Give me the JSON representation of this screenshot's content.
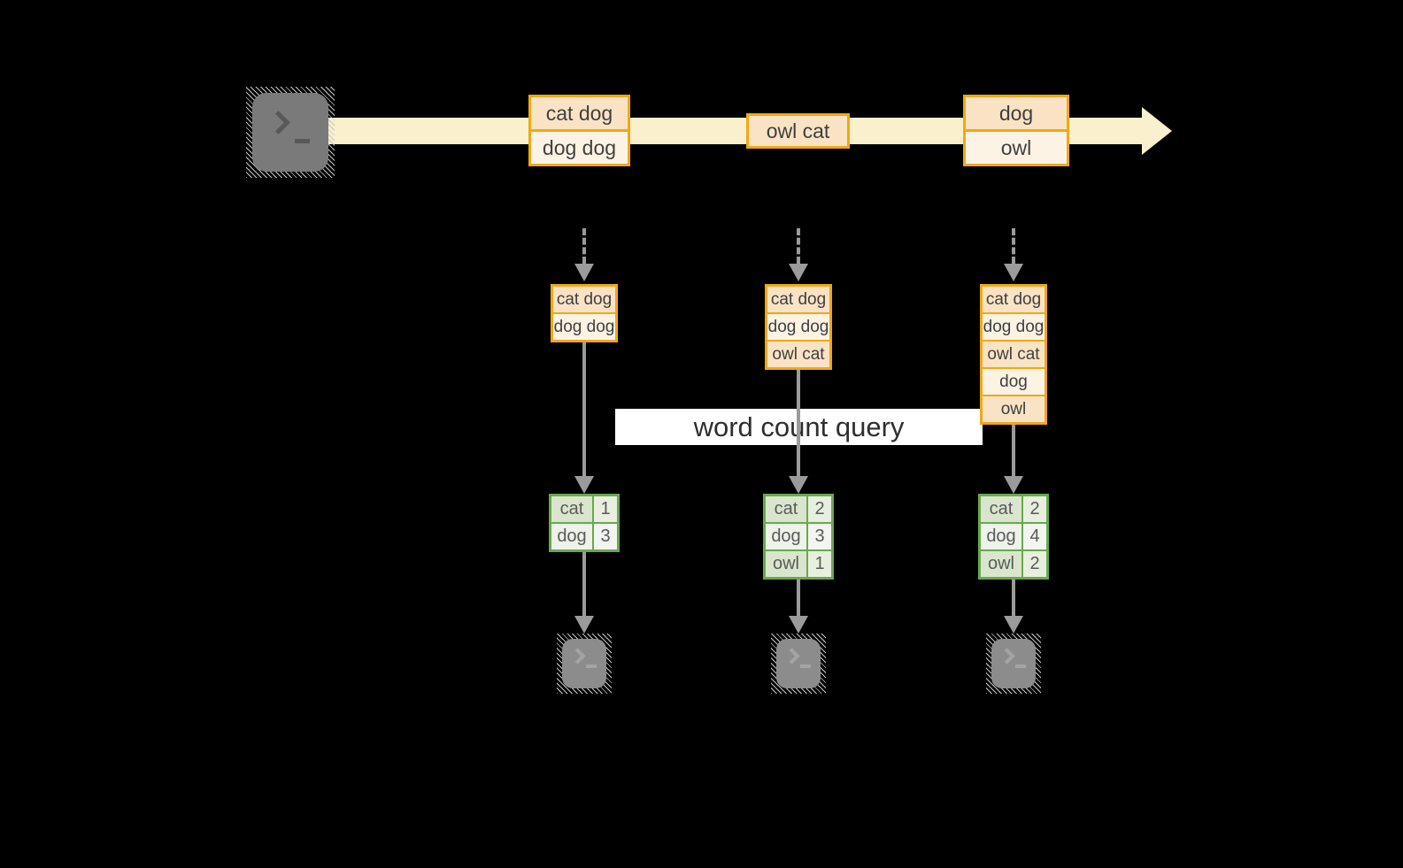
{
  "title": "streaming word count diagram",
  "query_label": {
    "text": "word count query"
  },
  "stream": {
    "events": [
      {
        "rows": [
          "cat dog",
          "dog dog"
        ]
      },
      {
        "rows": [
          "owl cat"
        ]
      },
      {
        "rows": [
          "dog",
          "owl"
        ]
      }
    ]
  },
  "buffers": [
    [
      "cat dog",
      "dog dog"
    ],
    [
      "cat dog",
      "dog dog",
      "owl cat"
    ],
    [
      "cat dog",
      "dog dog",
      "owl cat",
      "dog",
      "owl"
    ]
  ],
  "tables": [
    {
      "rows": [
        [
          "cat",
          "1"
        ],
        [
          "dog",
          "3"
        ]
      ]
    },
    {
      "rows": [
        [
          "cat",
          "2"
        ],
        [
          "dog",
          "3"
        ],
        [
          "owl",
          "1"
        ]
      ]
    },
    {
      "rows": [
        [
          "cat",
          "2"
        ],
        [
          "dog",
          "4"
        ],
        [
          "owl",
          "2"
        ]
      ]
    }
  ],
  "icons": {
    "source": "terminal-prompt-icon",
    "sinks": [
      "terminal-prompt-icon",
      "terminal-prompt-icon",
      "terminal-prompt-icon"
    ],
    "stream_arrow": "right-arrow",
    "flow_arrows": "down-arrow"
  },
  "colors": {
    "background": "#000000",
    "stream_band": "#faf0ce",
    "orange_border": "#f0a814",
    "cell_peach": "#fae3c5",
    "cell_light": "#fdf3e4",
    "green_border": "#6aa84f",
    "green_cell_dark": "#d9e6cd",
    "green_cell_light": "#eef3ea",
    "arrow_gray": "#9b9b9b",
    "label_bg": "#ffffff"
  }
}
